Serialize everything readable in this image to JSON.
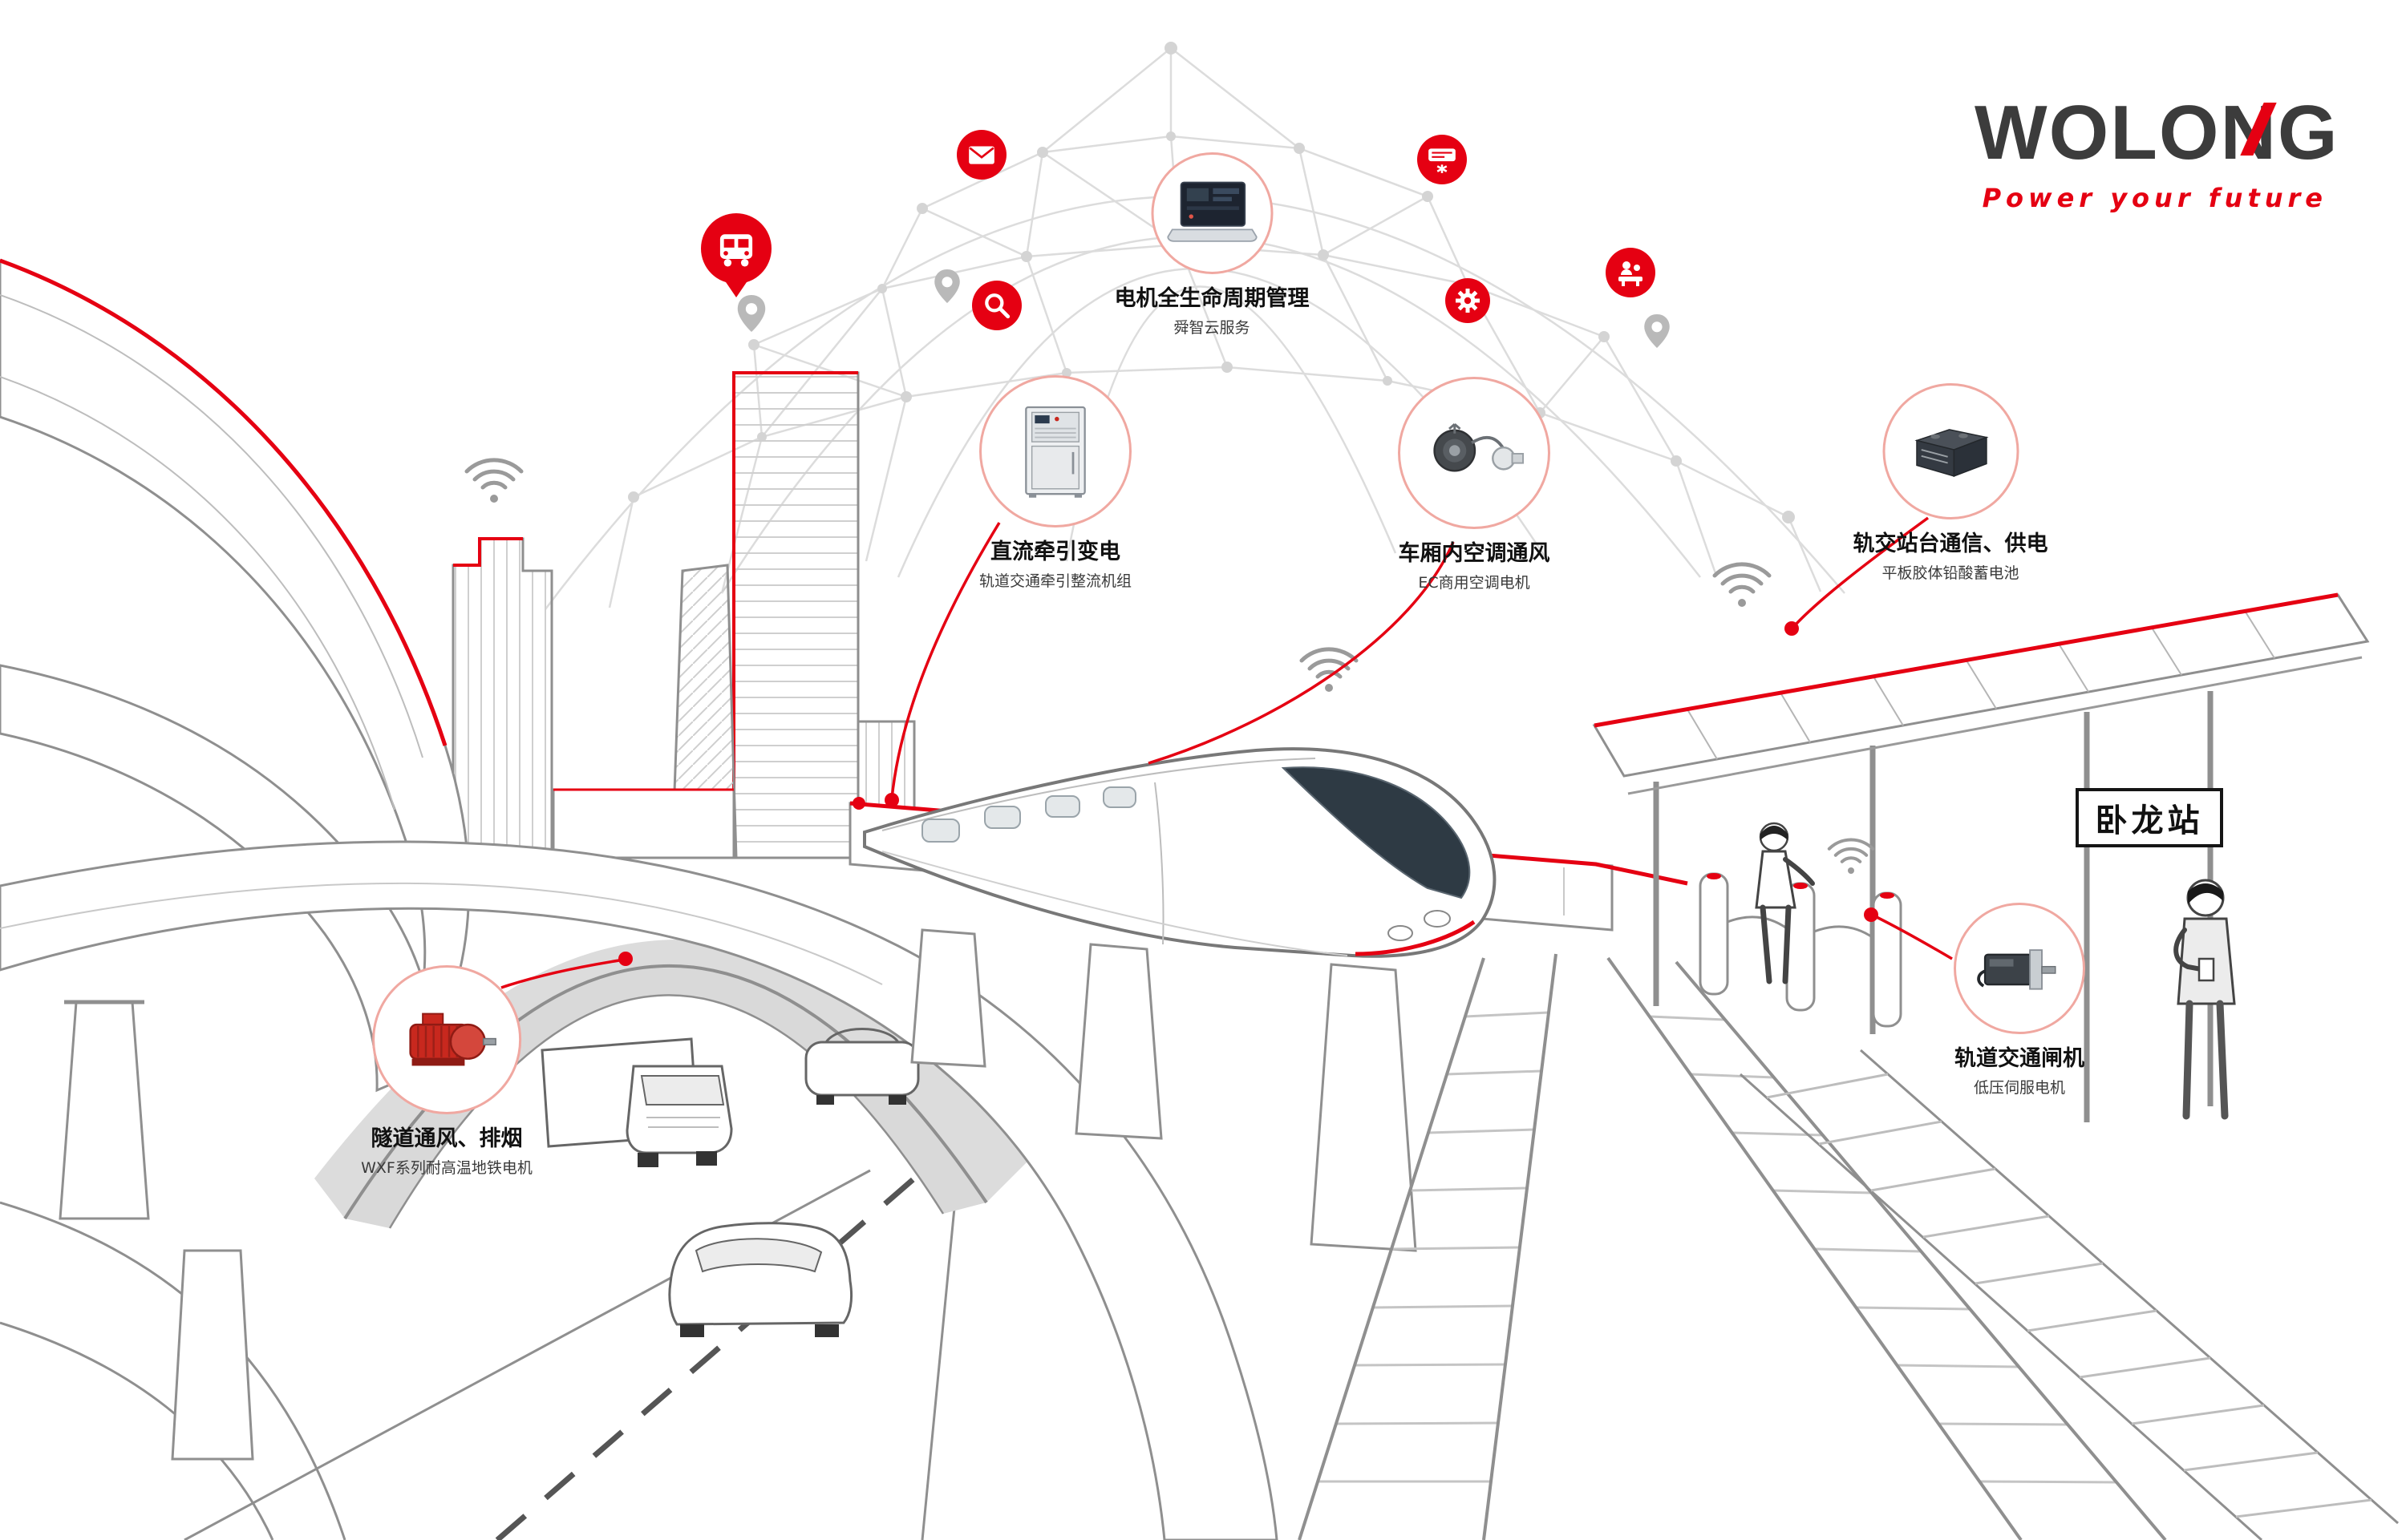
{
  "brand": {
    "name": "WOLONG",
    "tagline": "Power your future"
  },
  "station": {
    "sign_label": "卧龙站"
  },
  "callouts": {
    "lifecycle": {
      "title": "电机全生命周期管理",
      "subtitle": "舜智云服务",
      "icon": "laptop-cloud-service-icon"
    },
    "traction": {
      "title": "直流牵引变电",
      "subtitle": "轨道交通牵引整流机组",
      "icon": "rectifier-cabinet-icon"
    },
    "hvac": {
      "title": "车厢内空调通风",
      "subtitle": "EC商用空调电机",
      "icon": "ec-fan-motor-icon"
    },
    "platform_power": {
      "title": "轨交站台通信、供电",
      "subtitle": "平板胶体铅酸蓄电池",
      "icon": "battery-icon"
    },
    "tunnel_fan": {
      "title": "隧道通风、排烟",
      "subtitle": "WXF系列耐高温地铁电机",
      "icon": "red-motor-icon"
    },
    "gate": {
      "title": "轨道交通闸机",
      "subtitle": "低压伺服电机",
      "icon": "servo-motor-icon"
    }
  },
  "dome_icons": {
    "transit": "transit-pin-icon",
    "mail": "mail-icon",
    "search": "search-icon",
    "ac": "air-conditioner-icon",
    "gear": "gear-icon",
    "service": "service-desk-icon"
  },
  "colors": {
    "accent": "#e50012",
    "outline": "#8f8f8f",
    "light_line": "#c9c9c9",
    "dome": "#dcdcdc"
  }
}
